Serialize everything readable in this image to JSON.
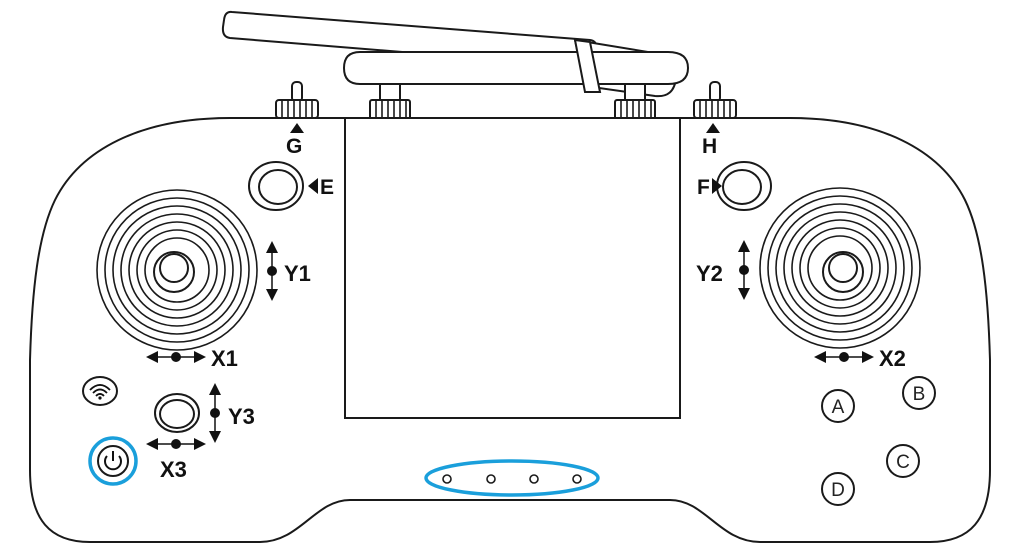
{
  "colors": {
    "outline": "#1a1a1a",
    "highlight": "#1a9fdb",
    "background": "#ffffff"
  },
  "labels": {
    "g": "G",
    "h": "H",
    "e": "E",
    "f": "F",
    "y1": "Y1",
    "x1": "X1",
    "y2": "Y2",
    "x2": "X2",
    "y3": "Y3",
    "x3": "X3"
  },
  "buttons": {
    "a": "A",
    "b": "B",
    "c": "C",
    "d": "D"
  },
  "icons": {
    "wifi": "wifi-icon",
    "power": "power-icon"
  },
  "indicator_leds": {
    "count": 4
  }
}
